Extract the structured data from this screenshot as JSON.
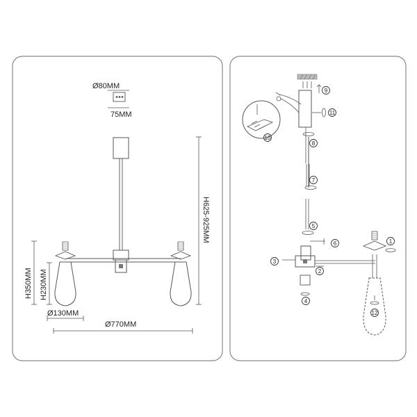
{
  "left_panel": {
    "dim_canopy_diameter": "Ø80MM",
    "dim_canopy_inner": "75MM",
    "dim_height_total": "H625-925MM",
    "dim_height_shade_total": "H350MM",
    "dim_height_shade": "H230MM",
    "dim_shade_diameter": "Ø130MM",
    "dim_overall_width": "Ø770MM"
  },
  "right_panel": {
    "callouts": [
      "1",
      "2",
      "3",
      "4",
      "5",
      "6",
      "7",
      "8",
      "9",
      "10",
      "11",
      "12"
    ]
  },
  "colors": {
    "line": "#555555",
    "frame": "#888888",
    "accent": "#9a9a9a"
  }
}
